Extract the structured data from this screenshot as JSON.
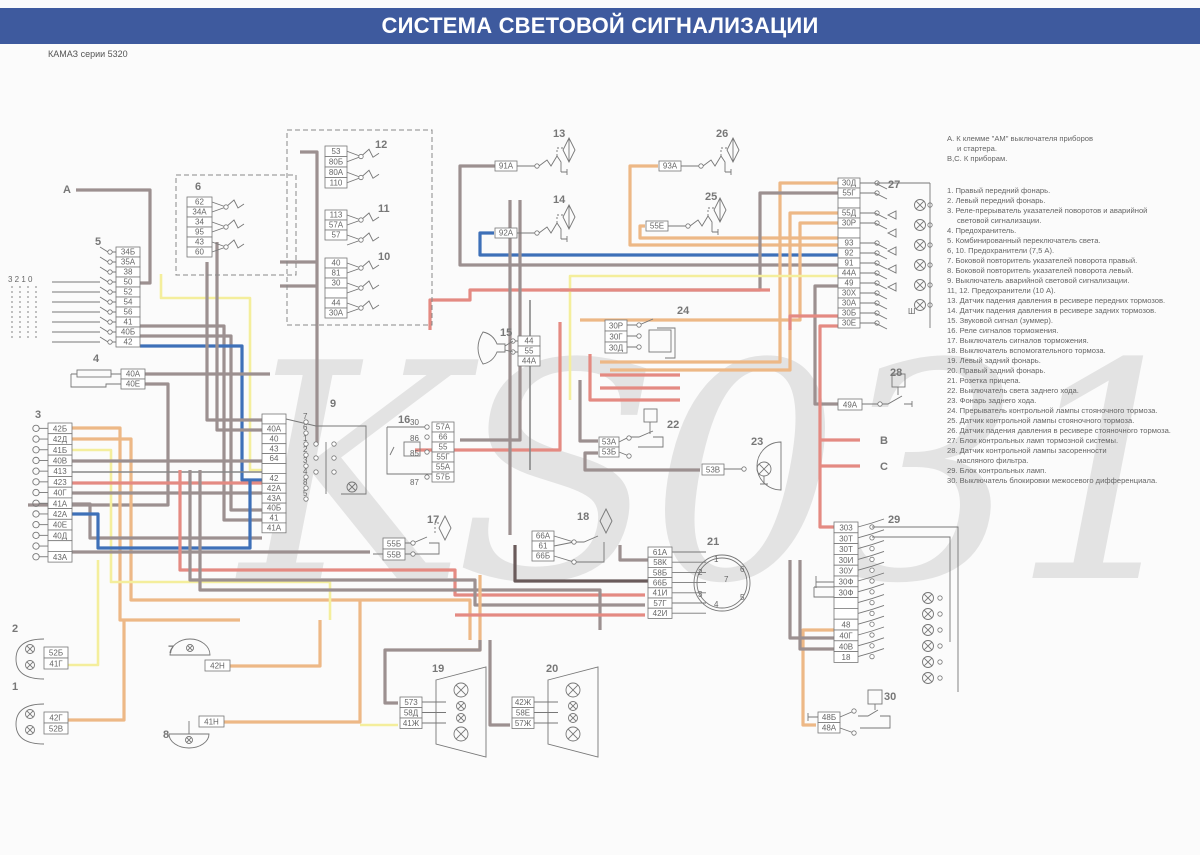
{
  "header": {
    "title": "СИСТЕМА СВЕТОВОЙ СИГНАЛИЗАЦИИ",
    "subtitle": "КАМАЗ серии 5320",
    "watermark": "KS031",
    "banner_color": "#3e5a9e"
  },
  "wire_colors": {
    "gray": "#9c9090",
    "blue": "#3e70b8",
    "red": "#e48a82",
    "orange": "#edb886",
    "yellow": "#f4ee9c",
    "dark": "#6a5b5b"
  },
  "legend": {
    "notes": [
      "А. К клемме \"АМ\" выключателя приборов",
      "и стартера.",
      "В,С. К приборам."
    ],
    "items": [
      "1. Правый передний фонарь.",
      "2. Левый передний фонарь.",
      "3. Реле-прерыватель указателей поворотов и аварийной",
      "световой сигнализации.",
      "4. Предохранитель.",
      "5. Комбинированный переключатель света.",
      "6, 10. Предохранители (7,5 А).",
      "7. Боковой повторитель указателей поворота правый.",
      "8. Боковой повторитель указателей поворота левый.",
      "9. Выключатель аварийной световой сигнализации.",
      "11, 12. Предохранители (10 А).",
      "13. Датчик падения давления в ресивере передних тормозов.",
      "14. Датчик падения давления в ресивере задних тормозов.",
      "15. Звуковой сигнал (зуммер).",
      "16. Реле сигналов торможения.",
      "17. Выключатель сигналов торможения.",
      "18. Выключатель  вспомогательного  тормоза.",
      "19. Левый задний фонарь.",
      "20. Правый задний фонарь.",
      "21. Розетка прицепа.",
      "22. Выключатель света заднего хода.",
      "23. Фонарь заднего хода.",
      "24. Прерыватель контрольной лампы стояночного тормоза.",
      "25. Датчик контрольной лампы стояночного тормоза.",
      "26. Датчик падения давления в ресивере стояночного тормоза.",
      "27. Блок контрольных ламп тормозной системы.",
      "28. Датчик контрольной лампы засоренности",
      "масляного фильтра.",
      "29. Блок контрольных ламп.",
      "30. Выключатель блокировки межосевого дифференциала."
    ]
  },
  "terminals": {
    "A": "А",
    "B": "B",
    "C": "C"
  },
  "components": {
    "c1": {
      "num": "1",
      "pins": [
        "42Г",
        "52В"
      ]
    },
    "c2": {
      "num": "2",
      "pins": [
        "52Б",
        "41Г"
      ]
    },
    "c3": {
      "num": "3",
      "pins": [
        "42Б",
        "42Д",
        "41Б",
        "40В",
        "413",
        "423",
        "40Г",
        "41А",
        "42А",
        "40Е",
        "40Д",
        "",
        "43А"
      ]
    },
    "c4": {
      "num": "4",
      "pins": [
        "40А",
        "40Е"
      ]
    },
    "c5": {
      "num": "5",
      "pins": [
        "34Б",
        "35А",
        "38",
        "50",
        "52",
        "54",
        "56",
        "41",
        "40Б",
        "42"
      ],
      "positions": "3 2 1 0"
    },
    "c6": {
      "num": "6",
      "pins": [
        "62",
        "34А",
        "34",
        "95",
        "43",
        "60"
      ]
    },
    "c7": {
      "num": "7",
      "pins": [
        "42Н"
      ]
    },
    "c8": {
      "num": "8",
      "pins": [
        "41Н"
      ]
    },
    "c9": {
      "num": "9",
      "pins": [
        "",
        "40А",
        "40",
        "43",
        "64",
        "",
        "42",
        "42А",
        "43А",
        "40Б",
        "41",
        "41А"
      ],
      "contacts": [
        "7",
        "6",
        "1",
        "2",
        "3",
        "4",
        "8",
        "5"
      ]
    },
    "c10": {
      "num": "10",
      "pins": [
        "40",
        "81",
        "30",
        "",
        "44",
        "30А"
      ]
    },
    "c11": {
      "num": "11",
      "pins": [
        "113",
        "57А",
        "57"
      ]
    },
    "c12": {
      "num": "12",
      "pins": [
        "53",
        "80Б",
        "80А",
        "110"
      ]
    },
    "c13": {
      "num": "13",
      "pins": [
        "91А"
      ]
    },
    "c14": {
      "num": "14",
      "pins": [
        "92А"
      ]
    },
    "c15": {
      "num": "15",
      "pins": [
        "44",
        "55",
        "44А"
      ]
    },
    "c16": {
      "num": "16",
      "pins": [
        "57А",
        "66",
        "55",
        "55Г",
        "55А",
        "57Б"
      ],
      "contacts": [
        "30",
        "86",
        "85",
        "87"
      ]
    },
    "c17": {
      "num": "17",
      "pins": [
        "55Б",
        "55В"
      ]
    },
    "c18": {
      "num": "18",
      "pins": [
        "66А",
        "61",
        "66Б"
      ]
    },
    "c19": {
      "num": "19",
      "pins": [
        "573",
        "58Д",
        "41Ж"
      ]
    },
    "c20": {
      "num": "20",
      "pins": [
        "42Ж",
        "58Е",
        "57Ж"
      ]
    },
    "c21": {
      "num": "21",
      "pins": [
        "61А",
        "58К",
        "58Б",
        "66Б",
        "41И",
        "57Г",
        "42И"
      ],
      "sockets": [
        "1",
        "2",
        "7",
        "3",
        "4",
        "5",
        "6"
      ]
    },
    "c22": {
      "num": "22",
      "pins": [
        "53А",
        "53Б"
      ]
    },
    "c23": {
      "num": "23",
      "pins": [
        "53В"
      ]
    },
    "c24": {
      "num": "24",
      "pins": [
        "30Р",
        "30Г",
        "30Д"
      ]
    },
    "c25": {
      "num": "25",
      "pins": [
        "55Е"
      ]
    },
    "c26": {
      "num": "26",
      "pins": [
        "93А"
      ]
    },
    "c27": {
      "num": "27",
      "pins": [
        "30Д",
        "55Г",
        "",
        "55Д",
        "30Р",
        "",
        "93",
        "92",
        "91",
        "44А",
        "49",
        "30Х",
        "30А",
        "30Б",
        "30Е"
      ],
      "ground": "Ш"
    },
    "c28": {
      "num": "28",
      "pins": [
        "49А"
      ]
    },
    "c29": {
      "num": "29",
      "pins": [
        "303",
        "30Т",
        "30Т",
        "30И",
        "30У",
        "30Ф",
        "30Ф",
        "",
        "",
        "48",
        "40Г",
        "40В",
        "18"
      ]
    },
    "c30": {
      "num": "30",
      "pins": [
        "48Б",
        "48А"
      ]
    }
  }
}
